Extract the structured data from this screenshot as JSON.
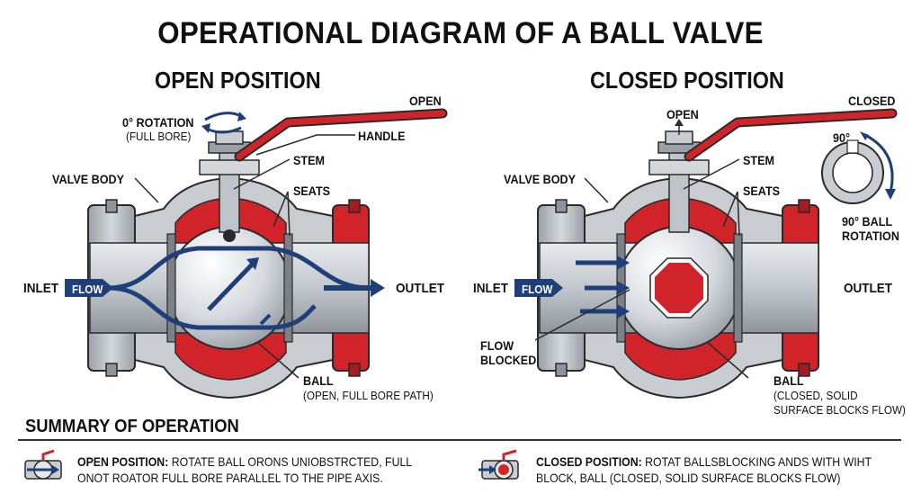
{
  "title": "OPERATIONAL DIAGRAM OF A BALL VALVE",
  "open_panel": {
    "title": "OPEN POSITION",
    "handle_state": "OPEN",
    "rotation": "0° ROTATION",
    "rotation_sub": "(FULL BORE)",
    "handle": "HANDLE",
    "stem": "STEM",
    "seats": "SEATS",
    "valve_body": "VALVE BODY",
    "inlet": "INLET",
    "flow": "FLOW",
    "outlet": "OUTLET",
    "ball": "BALL",
    "ball_sub": "(OPEN, FULL BORE PATH)"
  },
  "closed_panel": {
    "title": "CLOSED POSITION",
    "handle_state": "CLOSED",
    "open_mark": "OPEN",
    "stem": "STEM",
    "seats": "SEATS",
    "valve_body": "VALVE BODY",
    "inlet": "INLET",
    "flow": "FLOW",
    "outlet": "OUTLET",
    "flow_blocked_1": "FLOW",
    "flow_blocked_2": "BLOCKED",
    "ball": "BALL",
    "ball_sub_1": "(CLOSED, SOLID",
    "ball_sub_2": "SURFACE BLOCKS FLOW)",
    "degree": "90°",
    "rotation_1": "90° BALL",
    "rotation_2": "ROTATION"
  },
  "summary": {
    "title": "SUMMARY OF OPERATION",
    "open_label": "OPEN POSITION:",
    "open_text_1": " ROTATE BALL ORONS UNIOBSTRCTED, FULL",
    "open_text_2": "ONOT ROATOR FULL BORE PARALLEL TO THE PIPE AXIS.",
    "closed_label": "CLOSED POSITION:",
    "closed_text_1": " ROTAT BALLSBLOCKING ANDS WITH WIHT",
    "closed_text_2": "BLOCK, BALL (CLOSED, SOLID SURFACE BLOCKS FLOW)"
  },
  "colors": {
    "body": "#c9cdd2",
    "body_dark": "#8e949b",
    "accent_red": "#d0242a",
    "flow_blue": "#1f3f78",
    "outline": "#2a2a2a"
  }
}
